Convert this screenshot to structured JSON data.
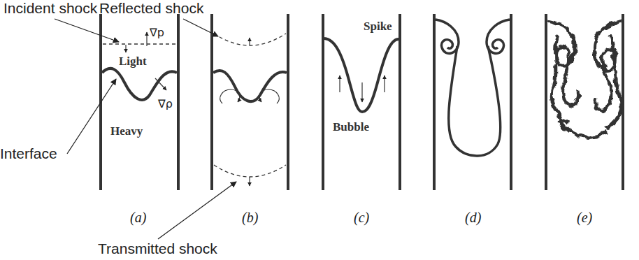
{
  "diagram": {
    "labels": [
      "Incident shock",
      "Reflected shock",
      "∇p",
      "Light",
      "Interface",
      "∇ρ",
      "Heavy",
      "Spike",
      "Bubble",
      "Transmitted shock",
      "(a)",
      "(b)",
      "(c)",
      "(d)",
      "(e)"
    ]
  }
}
